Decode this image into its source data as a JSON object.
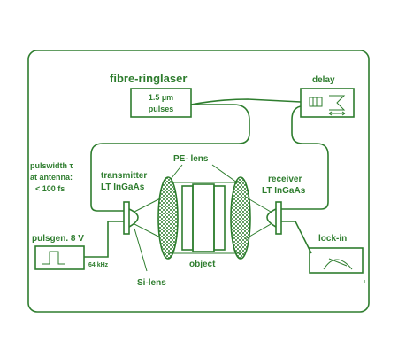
{
  "diagram": {
    "colors": {
      "ink": "#2e7d2e",
      "lens_fill": "#3d8a3d",
      "background": "#ffffff"
    },
    "labels": {
      "title": "fibre-ringlaser",
      "pulses_line1": "1.5 µm",
      "pulses_line2": "pulses",
      "delay": "delay",
      "pulsewidth_line1": "pulswidth τ",
      "pulsewidth_line2": "at antenna:",
      "pulsewidth_line3": "< 100 fs",
      "transmitter_line1": "transmitter",
      "transmitter_line2": "LT InGaAs",
      "pe_lens": "PE- lens",
      "receiver_line1": "receiver",
      "receiver_line2": "LT InGaAs",
      "pulsegen": "pulsgen. 8 V",
      "frequency": "64 kHz",
      "object": "object",
      "si_lens": "Si-lens",
      "lockin": "lock-in"
    },
    "icons": {
      "delay_box": "delay-stage-icon",
      "pulsegen_box": "square-wave-icon",
      "lockin_box": "meter-dial-icon"
    }
  }
}
